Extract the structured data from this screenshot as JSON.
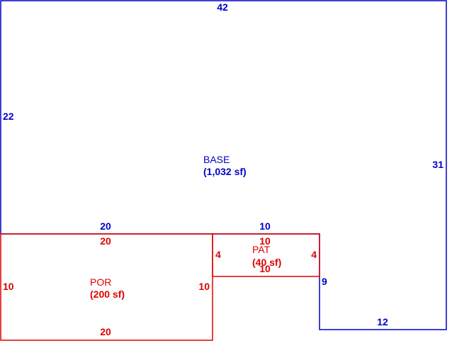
{
  "colors": {
    "base": "#0000c8",
    "addition": "#e00000"
  },
  "base": {
    "name": "BASE",
    "area": "(1,032 sf)",
    "dims": {
      "top": "42",
      "left": "22",
      "right": "31",
      "mid_left": "20",
      "mid_right": "10",
      "notch": "9",
      "bottom": "12"
    }
  },
  "porch": {
    "name": "POR",
    "area": "(200 sf)",
    "dims": {
      "top": "20",
      "left": "10",
      "right": "10",
      "bottom": "20"
    }
  },
  "patio": {
    "name": "PAT",
    "area": "(40 sf)",
    "dims": {
      "top": "10",
      "left": "4",
      "right": "4",
      "bottom": "10"
    }
  }
}
